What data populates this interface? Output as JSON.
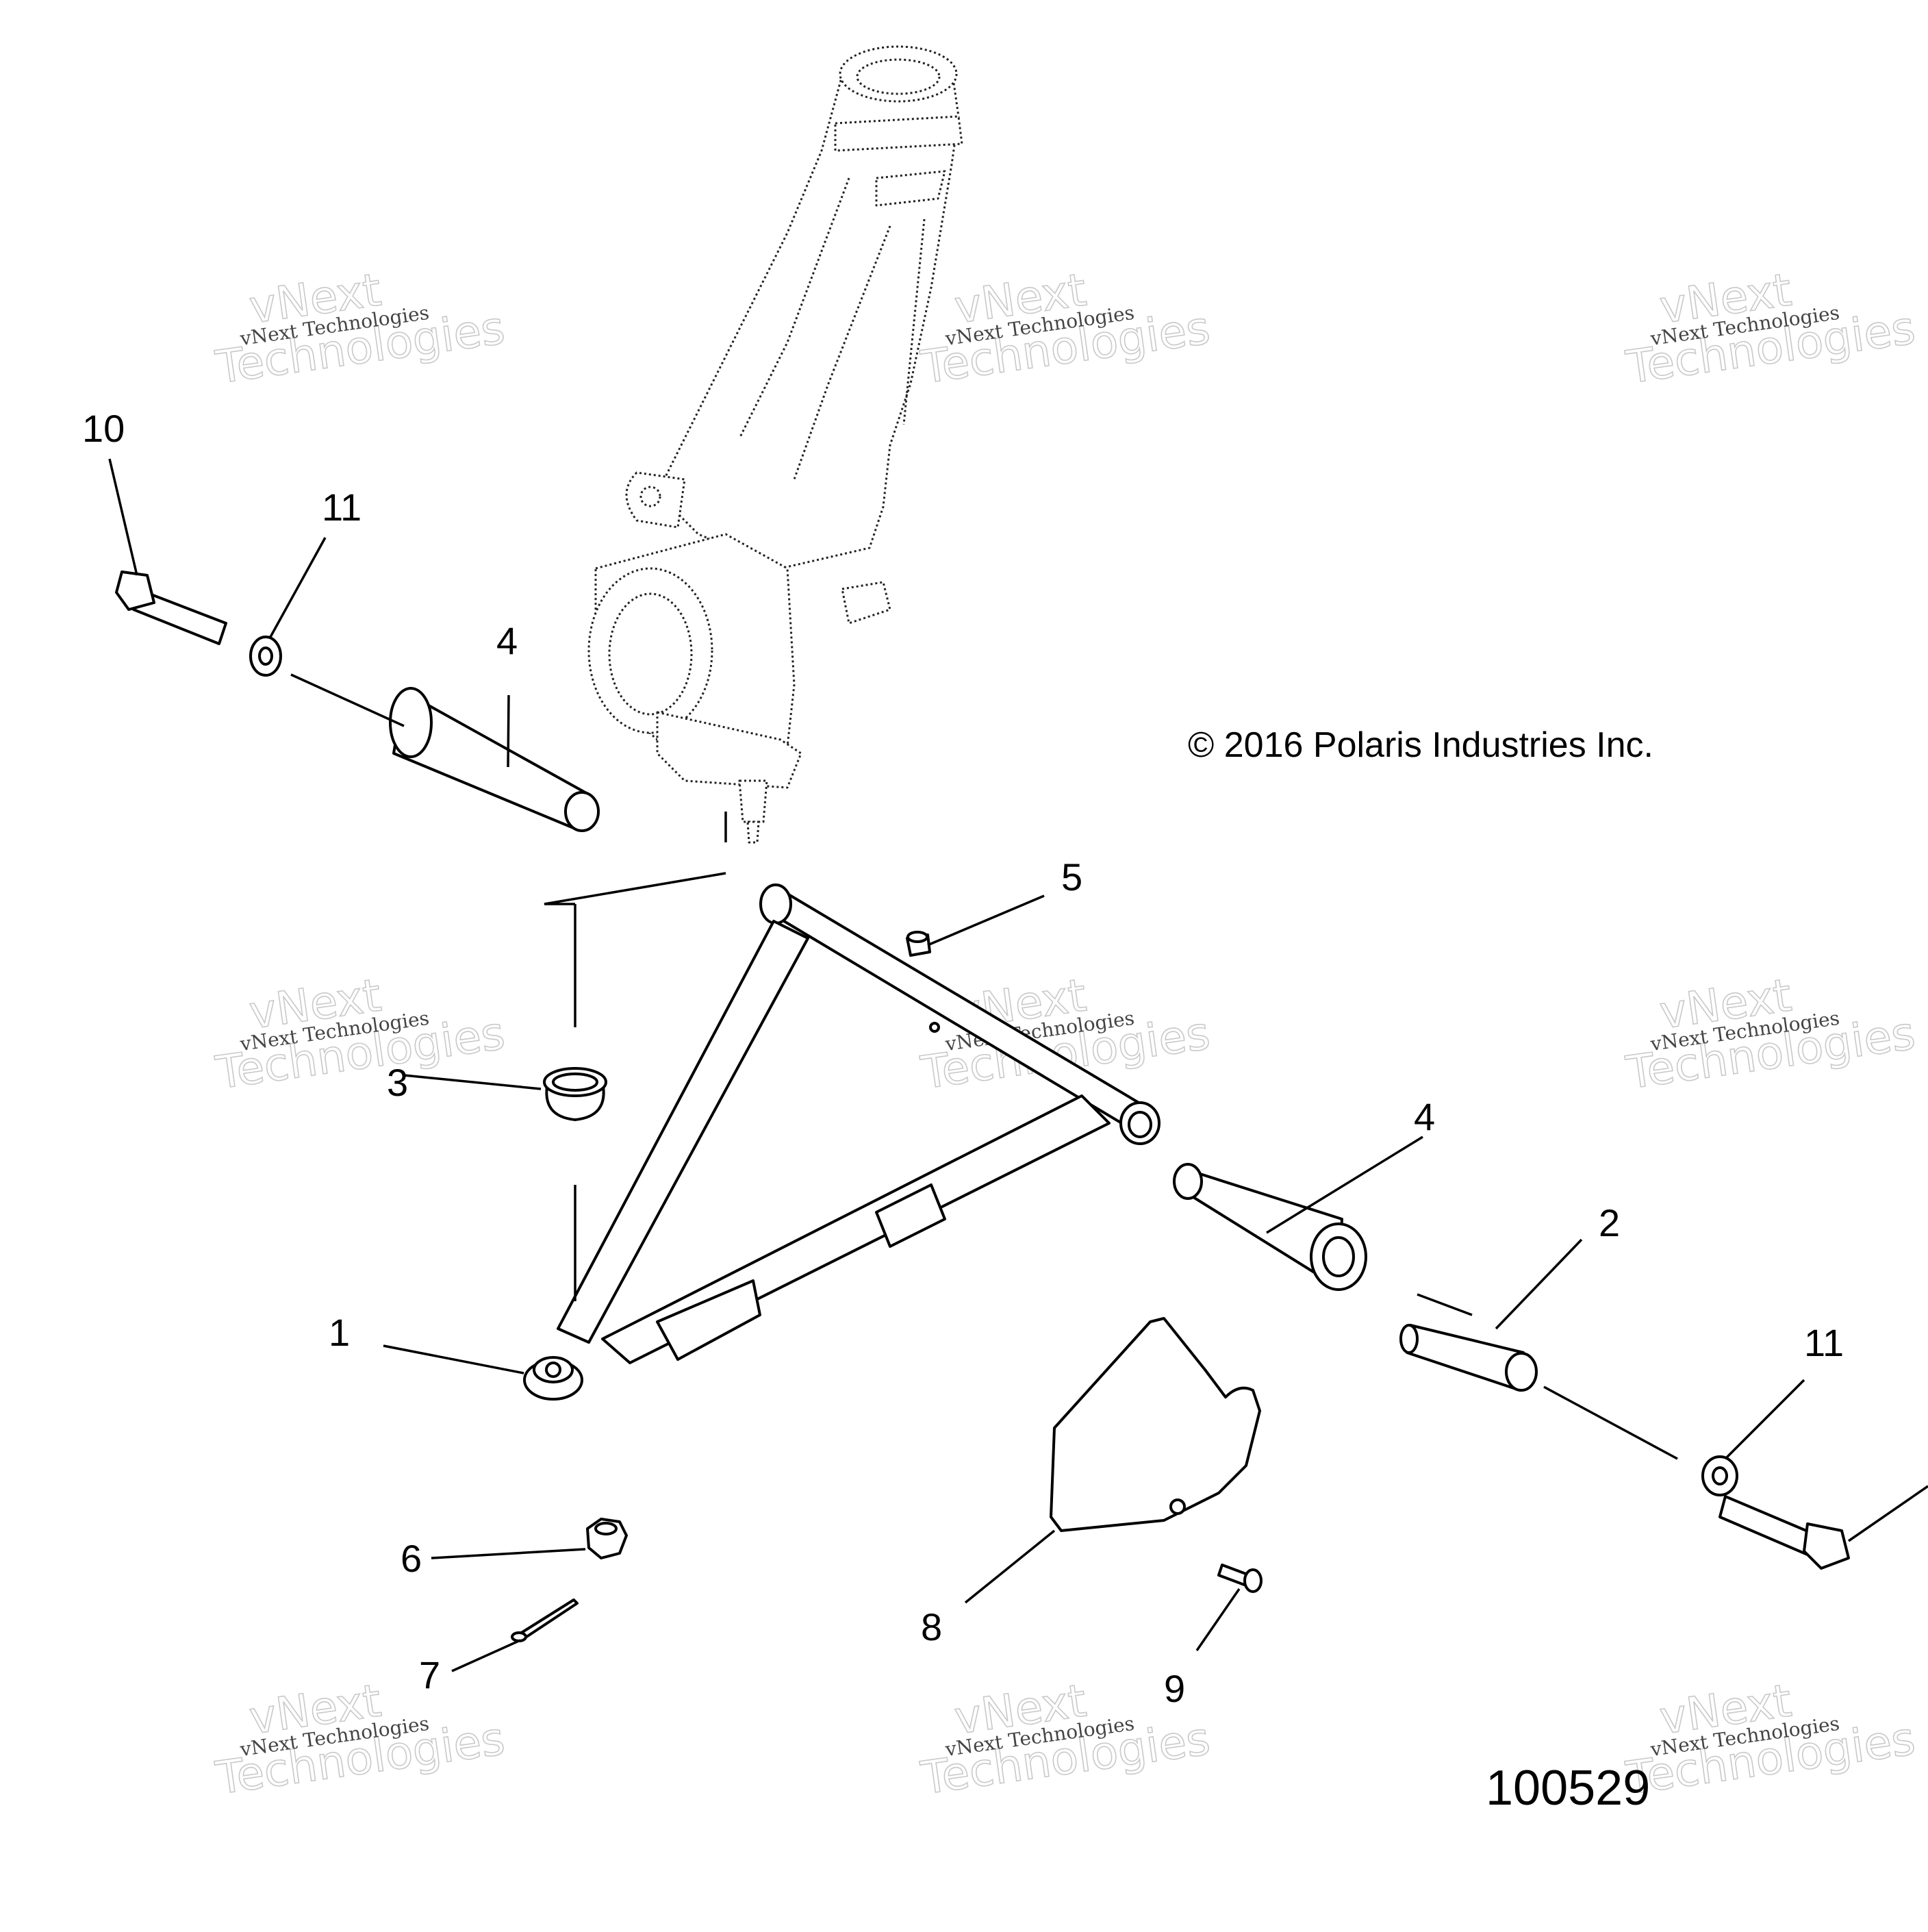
{
  "copyright": "© 2016 Polaris Industries Inc.",
  "figure_id": "100529",
  "watermark": {
    "company": "vNext Technologies",
    "word1": "vNext",
    "word2": "Technologies"
  },
  "callouts": {
    "c1": "1",
    "c2": "2",
    "c3": "3",
    "c4a": "4",
    "c4b": "4",
    "c5": "5",
    "c6": "6",
    "c7": "7",
    "c8": "8",
    "c9": "9",
    "c10": "10",
    "c11a": "11",
    "c11b": "11"
  }
}
